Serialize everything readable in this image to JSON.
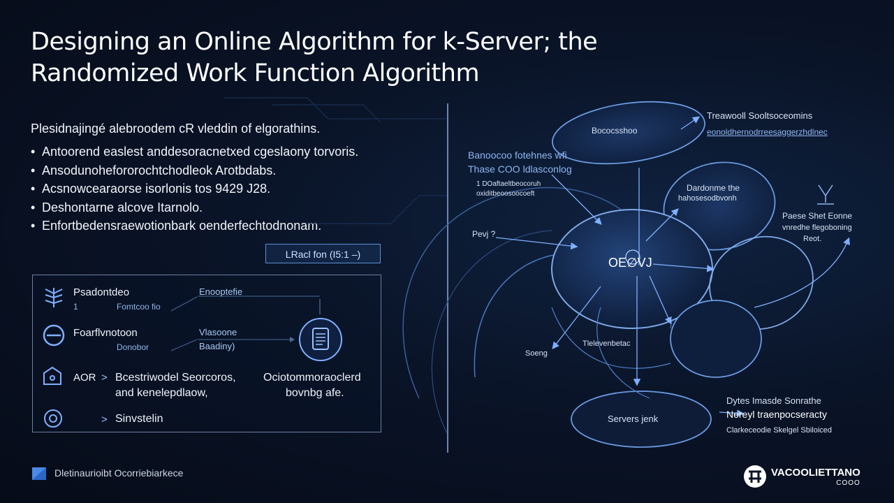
{
  "title_line1": "Designing an Online Algorithm for k-Server; the",
  "title_line2": "Randomized Work Function Algorithm",
  "intro": "Plesidnajingé alebroodem cR vleddin of elgorathins.",
  "bullets": [
    "Antoorend easlest anddesoracnetxed cgeslaony torvoris.",
    "Ansodunohefororochtchodleok Arotbdabs.",
    "Acsnowcearaorse isorlonis tos 9429 J28.",
    "Deshontarne alcove Itarnolo.",
    "Enfortbedensraewotionbark oenderfechtodnonam."
  ],
  "ref_box": "LRacl fon (I5:1 –)",
  "panel": {
    "row1_title": "Psadontdeo",
    "row1_num": "1",
    "row1_sub": "Fomtcoo fio",
    "row1_link": "Enooptefie",
    "row2_title": "Foarflvnotoon",
    "row2_sub": "Donobor",
    "row2_link1": "Vlasoone",
    "row2_link2": "Baadiny)",
    "row3_code": "AOR",
    "row3_arrow": ">",
    "row3_text1": "Bcestriwodel Seorcoros,",
    "row3_text2": "and kenelepdlaow,",
    "row3_right1": "Ociotommoraoclerd",
    "row3_right2": "bovnbg afe.",
    "row4_arrow": ">",
    "row4_text": "Sinvstelin"
  },
  "diagram": {
    "top_node": "Bococsshoo",
    "top_right_title": "Treawooll Sooltsoceomins",
    "top_right_sub": "eonoldhernodrreesaggerzhdlnec",
    "left_blue1": "Banoocoo fotehnes wfi",
    "left_blue2": "Thase COO ldlasconlog",
    "left_small1": "1 DOaftaeltbeocoruh",
    "left_small2": "oxiditbeoosoocoeft",
    "right_node": "Dardonme the",
    "right_node2": "hahosesodbvonh",
    "far_right1": "Paese Shet Eonne",
    "far_right2": "vnredhe flegoboning",
    "far_right3": "Reot.",
    "center_node": "OE∅VJ",
    "left_label": "Pevj ?",
    "mid_label": "Tlelevenbetac",
    "left_low_label": "Soeng",
    "bottom_node": "Servers jenk",
    "bottom_right1": "Dytes Imasde Sonrathe",
    "bottom_right2": "Nereyl traenpocseracty",
    "bottom_right3": "Clarkeceodie Skelgel Sbiloiced"
  },
  "footer_text": "Dletinaurioibt Ocorriebiarkece",
  "brand_name": "VACOOLIETTANO",
  "brand_sub": "COOO"
}
